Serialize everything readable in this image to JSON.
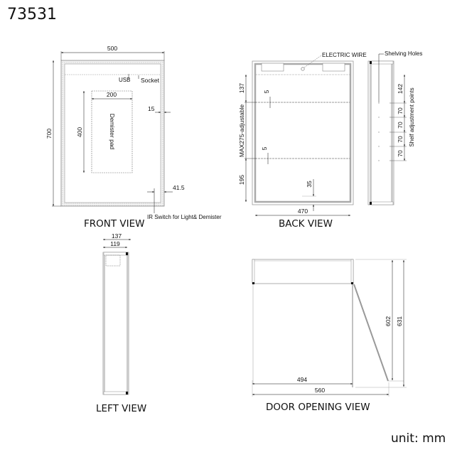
{
  "title": "73531",
  "unit_label": "unit: mm",
  "front_view": {
    "label": "FRONT VIEW",
    "width": "500",
    "height": "700",
    "pad_width": "200",
    "pad_height": "400",
    "pad_label": "Demister pad",
    "border": "15",
    "ir_offset": "41.5",
    "usb": "USB",
    "socket": "Socket",
    "ir_note": "IR Switch for Light& Demister"
  },
  "back_view": {
    "label": "BACK  VIEW",
    "electric_wire": "ELECTRIC  WIRE",
    "top_gap": "137",
    "adjustable": "MAX275-adjustable",
    "bottom_gap": "195",
    "shelf_thickness_top": "5",
    "shelf_thickness_bottom": "5",
    "bottom_offset": "35",
    "inner_width": "470"
  },
  "side_view": {
    "shelving_holes": "Shelving Holes",
    "first_gap": "142",
    "spacings": [
      "70",
      "70",
      "70",
      "70"
    ],
    "note": "Shelf adjustment points"
  },
  "left_view": {
    "label": "LEFT VIEW",
    "depth": "137",
    "inner_depth": "119"
  },
  "door_opening_view": {
    "label": "DOOR OPENING VIEW",
    "inner_width": "494",
    "total_width": "560",
    "door_depth": "602",
    "total_depth": "631"
  }
}
